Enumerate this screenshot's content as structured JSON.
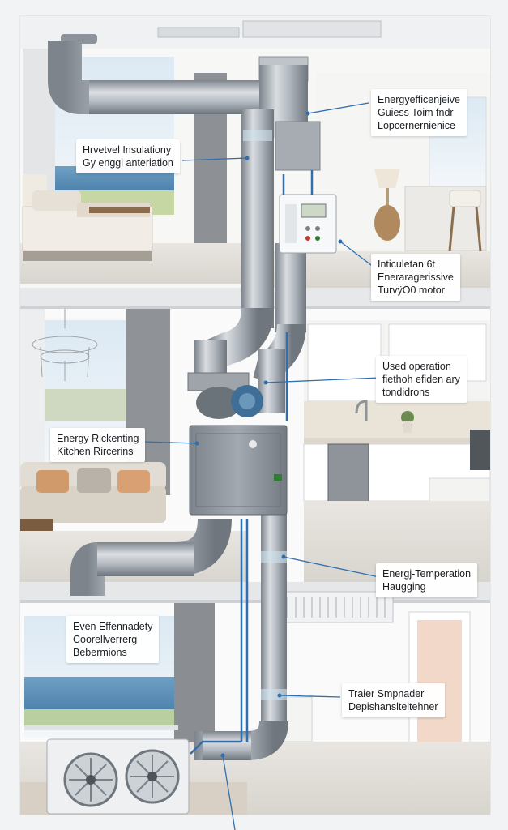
{
  "callouts": {
    "efficiency": {
      "lines": [
        "Energyefficenjeive",
        "Guiess Toim fndr",
        "Lopcernernienice"
      ]
    },
    "insulation": {
      "lines": [
        "Hrvetvel Insulationy",
        "Gy enggi anteriation"
      ]
    },
    "motor": {
      "lines": [
        "Inticuletan 6t",
        "Eneraragerissive",
        "TurvÿÖ0 motor"
      ]
    },
    "operation": {
      "lines": [
        "Used operation",
        "fiethoh efiden ary",
        "tondidrons"
      ]
    },
    "kitchen": {
      "lines": [
        "Energy Rickenting",
        "Kitchen Rircerins"
      ]
    },
    "temperature": {
      "lines": [
        "Energj-Temperation",
        "Haugging"
      ]
    },
    "coolant": {
      "lines": [
        "Even Effennadety",
        "Coorellverrerg",
        "Bebermions"
      ]
    },
    "trailer": {
      "lines": [
        "Traier Smpnader",
        "Depishanslteltehner"
      ]
    }
  },
  "icons": {
    "thermostat": "thermostat-panel-icon",
    "condenser": "ac-condenser-icon",
    "air_handler": "air-handler-unit-icon"
  },
  "colors": {
    "leader_line": "#2f6fb0",
    "duct": "#a9afb6",
    "cabinet": "#8e959d"
  }
}
